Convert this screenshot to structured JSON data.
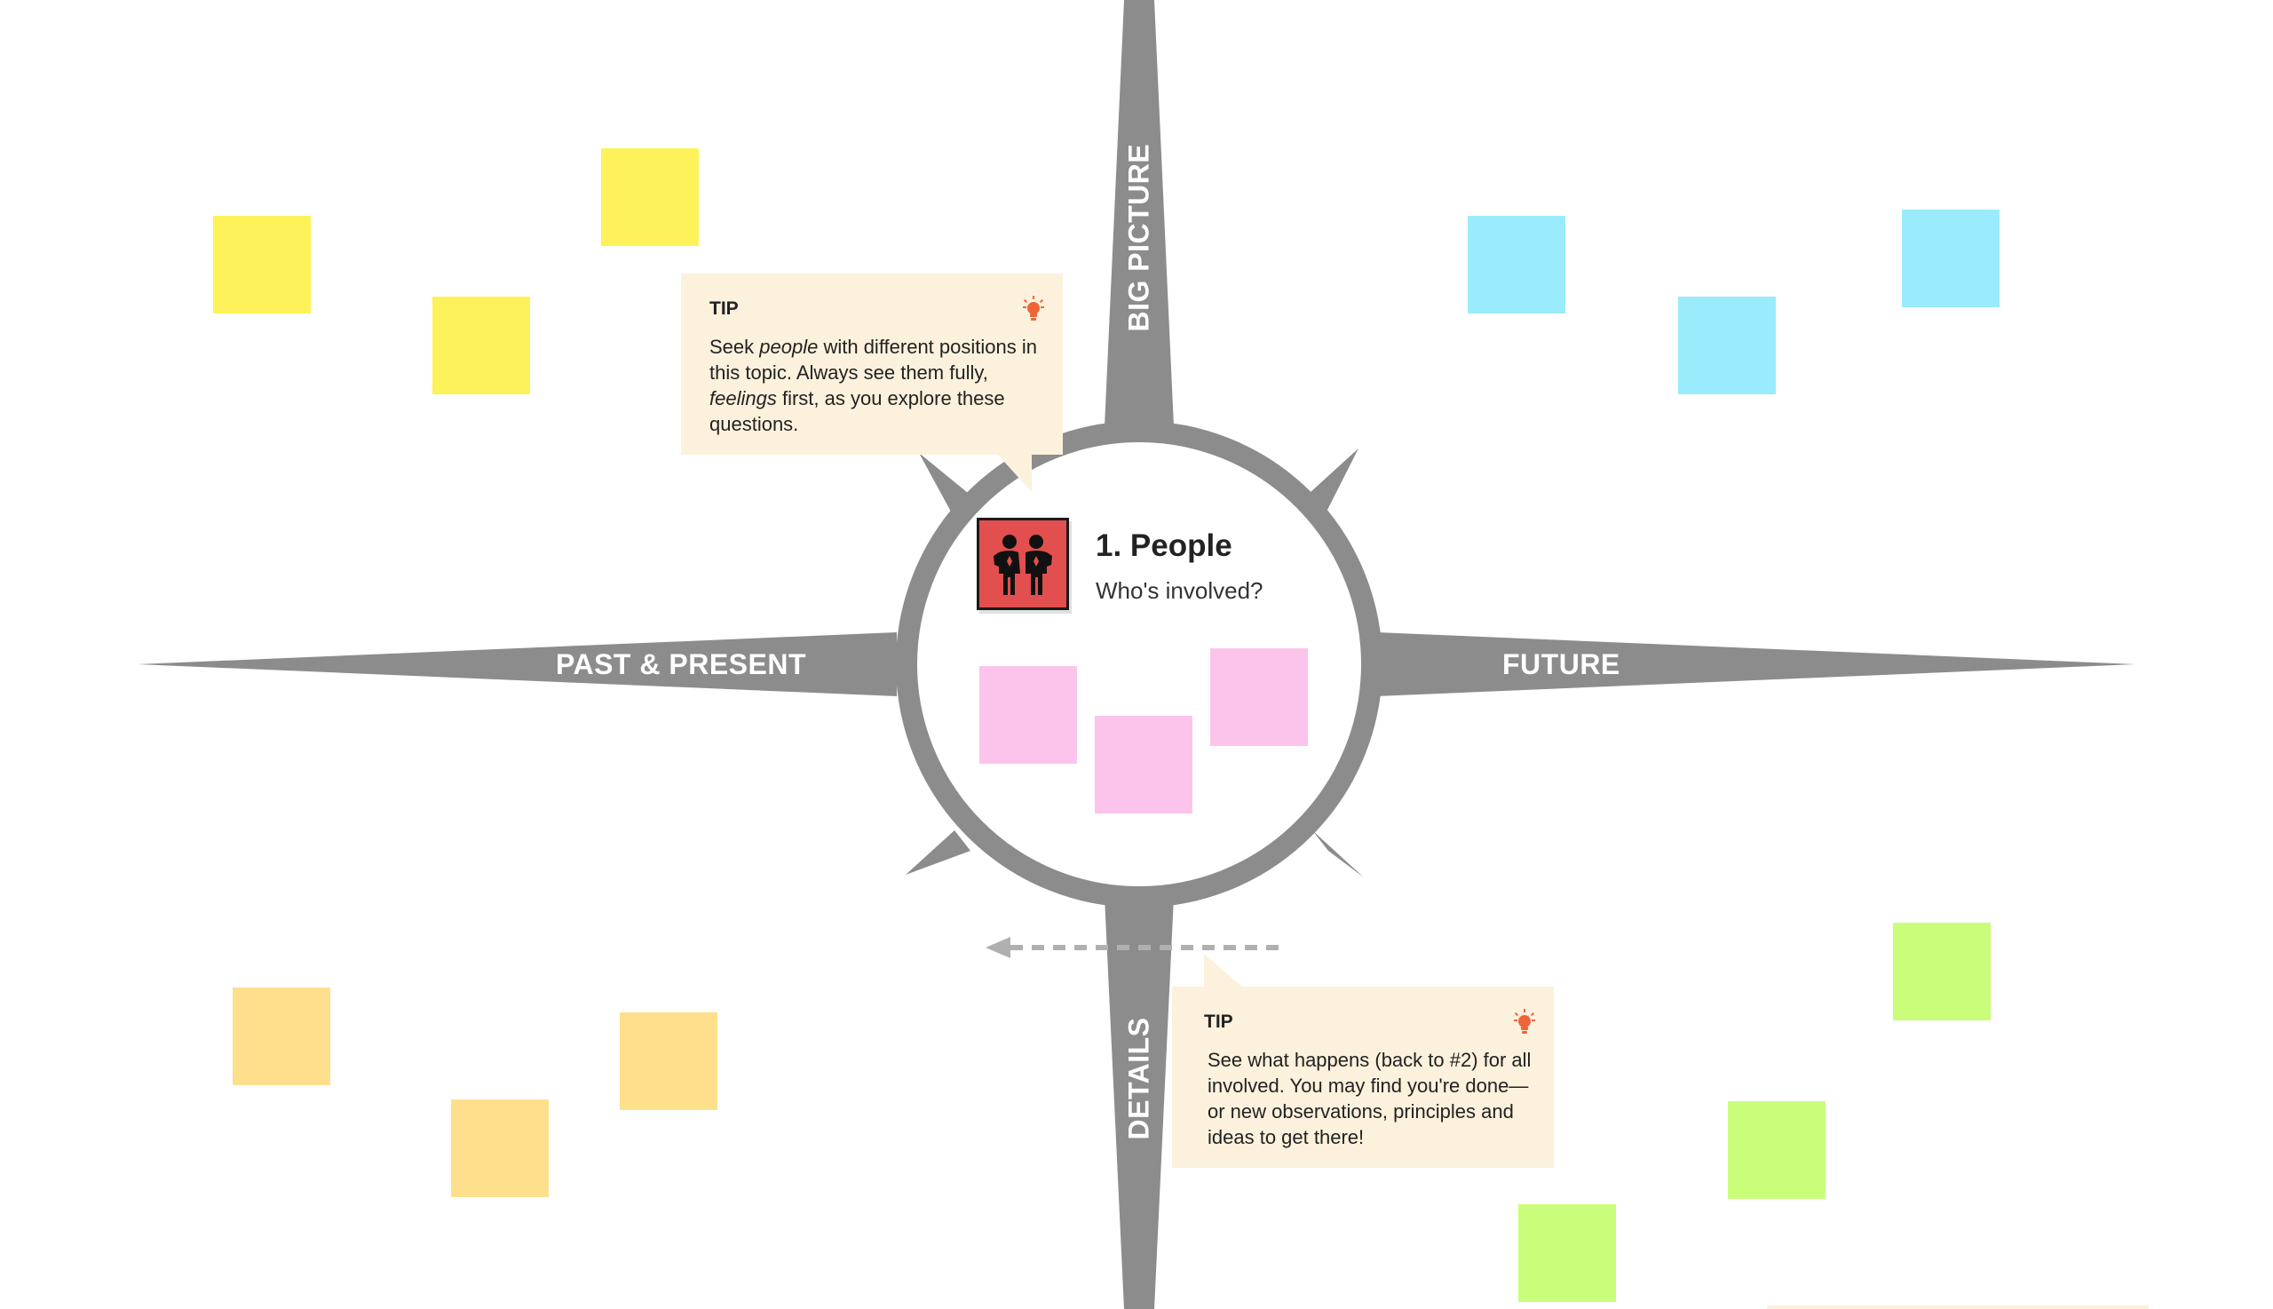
{
  "canvas_title": "1. People",
  "center": {
    "title": "1. People",
    "subtitle": "Who's involved?",
    "icon": "people-icon",
    "icon_bg": "#e34f4f"
  },
  "axes": {
    "top": "BIG PICTURE",
    "left": "PAST & PRESENT",
    "right": "FUTURE",
    "bottom": "DETAILS"
  },
  "tips": [
    {
      "title": "TIP",
      "body_parts": [
        {
          "text": "Seek ",
          "italic": false
        },
        {
          "text": "people",
          "italic": true
        },
        {
          "text": " with different positions in this topic. Always see them fully, ",
          "italic": false
        },
        {
          "text": "feelings",
          "italic": true
        },
        {
          "text": " first, as you explore these questions.",
          "italic": false
        }
      ],
      "icon": "lightbulb-icon"
    },
    {
      "title": "TIP",
      "body": "See what happens (back to #2) for all involved. You may find you're done—or new observations, principles and ideas to get there!",
      "icon": "lightbulb-icon"
    }
  ],
  "colors": {
    "compass": "#8c8c8c",
    "yellow": "#fdf25a",
    "blue": "#9aebfb",
    "pink": "#fcc4ea",
    "orange": "#fedf8c",
    "green": "#cafd7a",
    "tip_bg": "#fcf1dc",
    "bulb": "#f0643a"
  },
  "stickies": {
    "yellow": 3,
    "blue": 3,
    "pink": 3,
    "orange": 3,
    "green": 3
  }
}
